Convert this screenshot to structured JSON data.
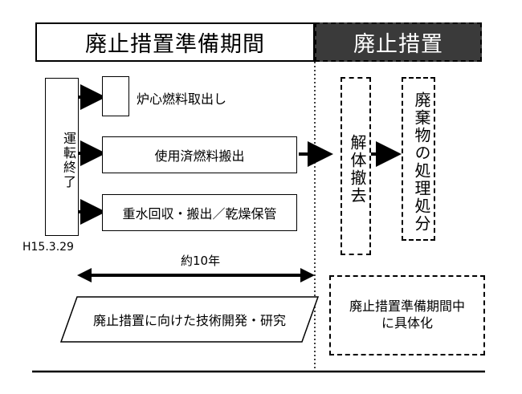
{
  "header": {
    "preparation_period": "廃止措置準備期間",
    "decommissioning": "廃止措置"
  },
  "operation_end": "運転終了",
  "operation_end_date": "H15.3.29",
  "steps": {
    "fuel_removal": "炉心燃料取出し",
    "spent_fuel": "使用済燃料搬出",
    "heavy_water": "重水回収・搬出／乾燥保管"
  },
  "dismantling": "解体撤去",
  "waste": "廃棄物の処理処分",
  "duration": "約10年",
  "rnd": "廃止措置に向けた技術開発・研究",
  "concretize_note": {
    "line1": "廃止措置準備期間中",
    "line2": "に具体化"
  }
}
